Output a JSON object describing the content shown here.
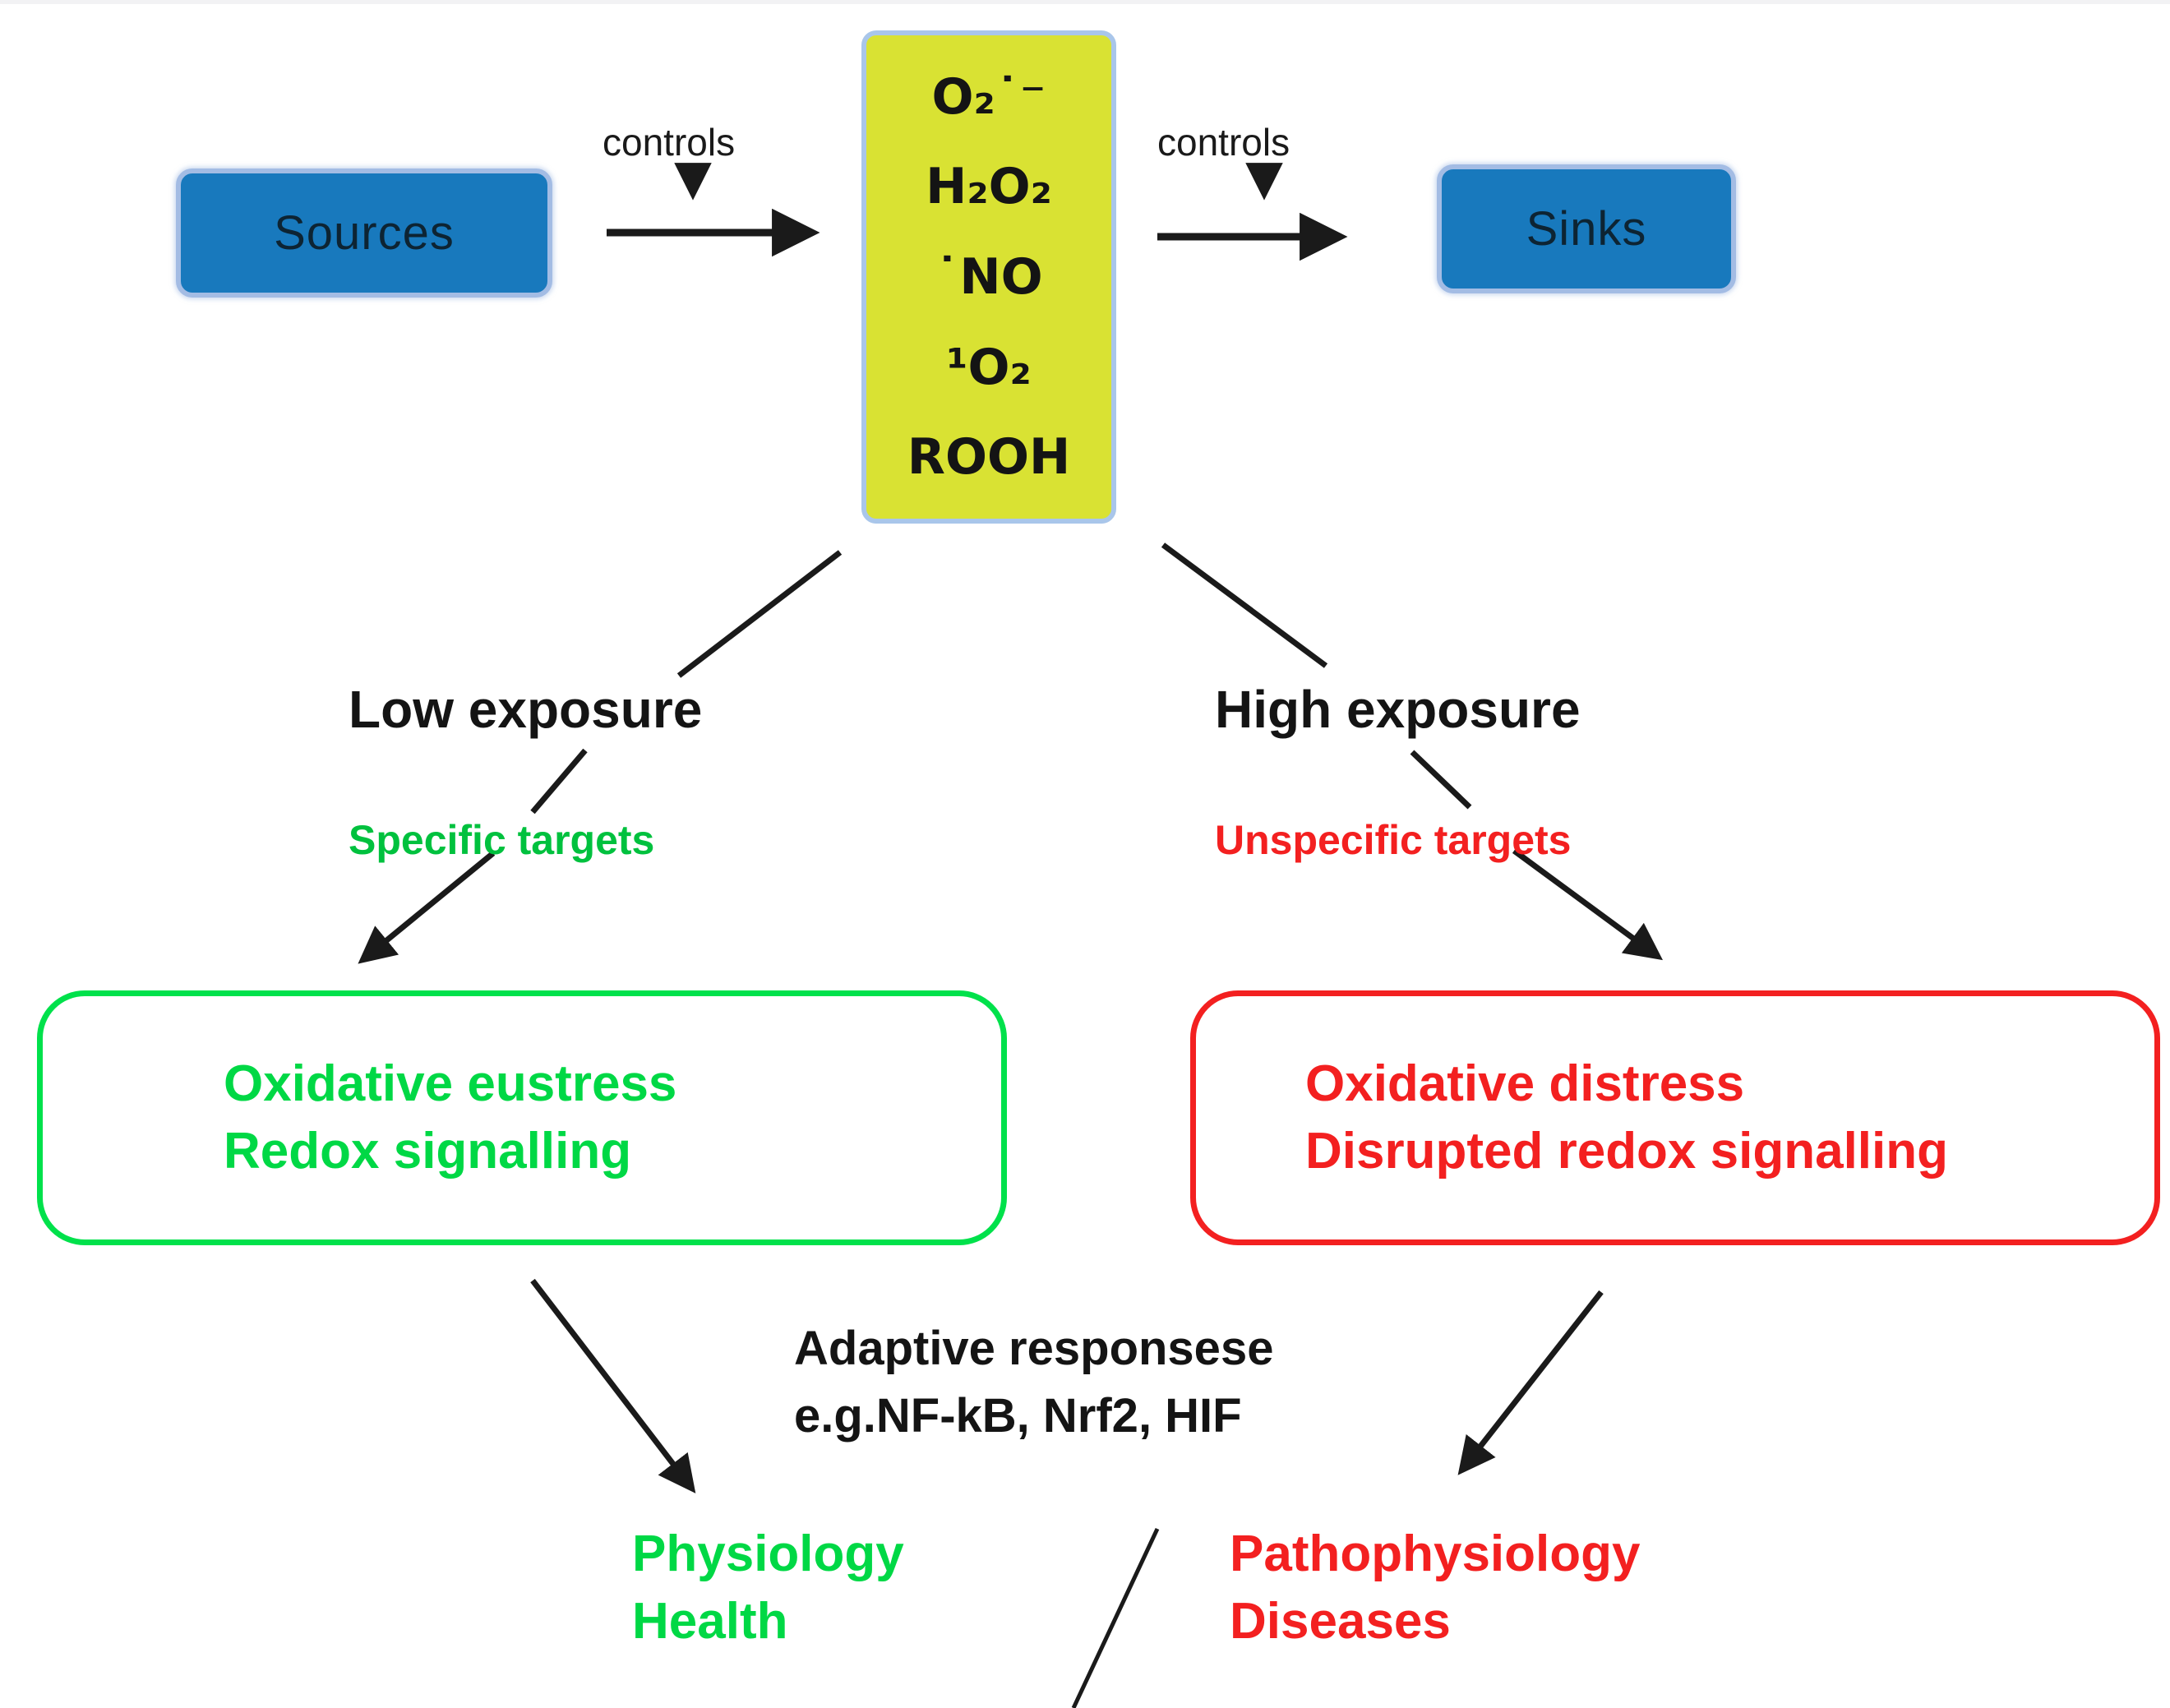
{
  "top_row": {
    "sources_label": "Sources",
    "controls_left": "controls",
    "controls_right": "controls",
    "sinks_label": "Sinks",
    "species_box": {
      "lines": [
        "O₂˙⁻",
        "H₂O₂",
        "˙NO",
        "¹O₂",
        "ROOH"
      ]
    }
  },
  "branches": {
    "low": {
      "exposure_label": "Low exposure",
      "targets_label": "Specific targets"
    },
    "high": {
      "exposure_label": "High exposure",
      "targets_label": "Unspecific targets"
    }
  },
  "outcome_boxes": {
    "eustress": {
      "line1": "Oxidative eustress",
      "line2": "Redox signalling"
    },
    "distress": {
      "line1": "Oxidative distress",
      "line2": "Disrupted redox signalling"
    }
  },
  "adaptive_note": {
    "line1": "Adaptive responsese",
    "line2": "e.g.NF-kB, Nrf2, HIF"
  },
  "final_outcomes": {
    "physiology": {
      "line1": "Physiology",
      "line2": "Health"
    },
    "pathophysiology": {
      "line1": "Pathophysiology",
      "line2": "Diseases"
    }
  },
  "colors": {
    "box_blue": "#1879bd",
    "box_blue_border": "#a3bce4",
    "species_yellow": "#d9e233",
    "species_border": "#a9c6ea",
    "green": "#00d845",
    "red": "#f32020",
    "text_black": "#1a1a1a"
  }
}
